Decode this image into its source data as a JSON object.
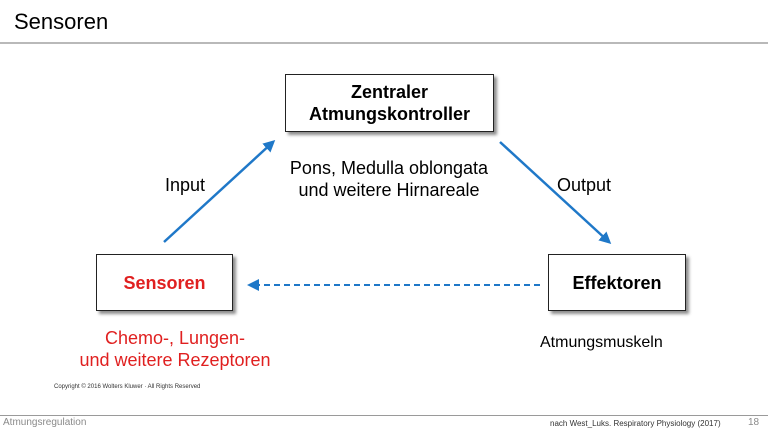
{
  "header": {
    "title": "Sensoren"
  },
  "diagram": {
    "central_box": {
      "line1": "Zentraler",
      "line2": "Atmungskontroller"
    },
    "central_sub": {
      "line1": "Pons, Medulla oblongata",
      "line2": "und weitere Hirnareale"
    },
    "input_label": "Input",
    "output_label": "Output",
    "sensors_box": "Sensoren",
    "sensors_sub": {
      "line1": "Chemo-, Lungen-",
      "line2": "und weitere Rezeptoren"
    },
    "effectors_box": "Effektoren",
    "effectors_sub": "Atmungsmuskeln",
    "copyright": "Copyright © 2016 Wolters Kluwer · All Rights Reserved"
  },
  "footer": {
    "left": "Atmungsregulation",
    "source": "nach West_Luks. Respiratory Physiology (2017)",
    "page": "18"
  },
  "colors": {
    "accent_red": "#e02020",
    "arrow_blue": "#1f78c8"
  }
}
